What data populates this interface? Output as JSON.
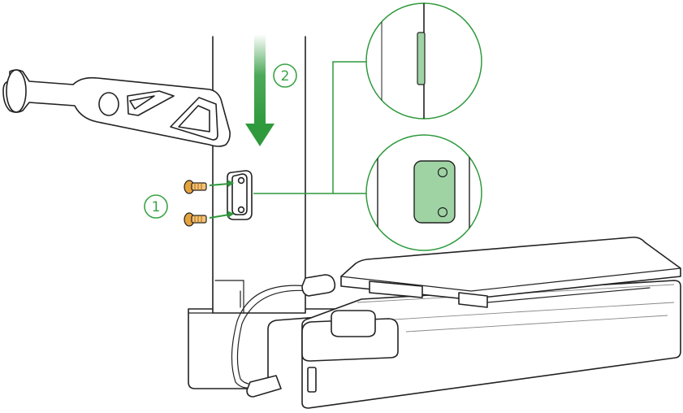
{
  "steps": [
    {
      "id": "1",
      "label": "1"
    },
    {
      "id": "2",
      "label": "2"
    }
  ],
  "colors": {
    "accent": "#2e9a3c",
    "accent_light": "#9fd3a4",
    "screw": "#e6a23c",
    "outline": "#222222"
  },
  "icons": [
    "spool-holder",
    "mounting-plate",
    "screw",
    "down-arrow",
    "right-arrow",
    "zoom-callout"
  ]
}
